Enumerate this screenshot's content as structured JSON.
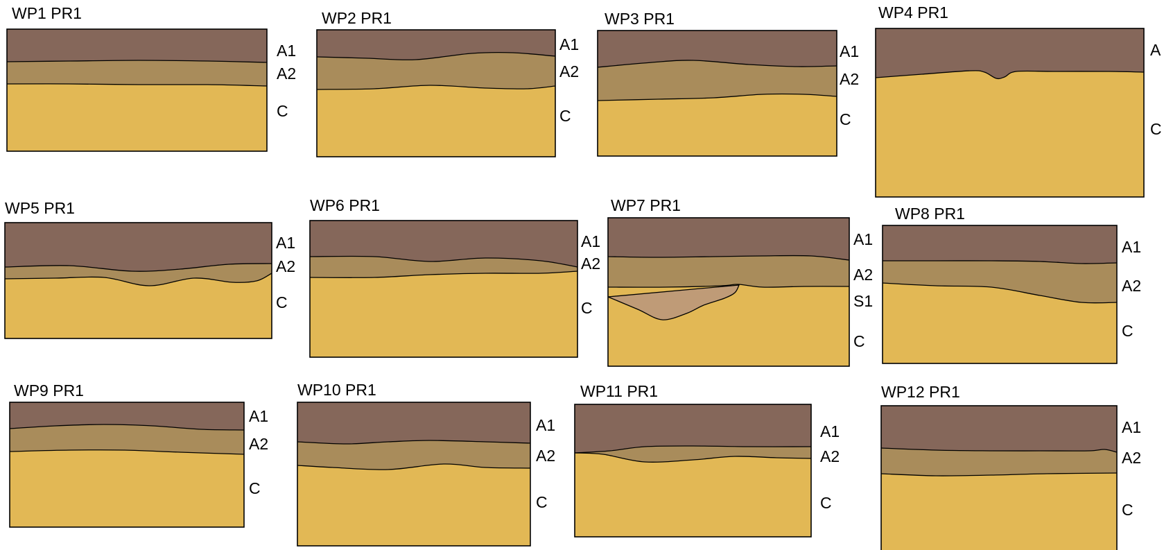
{
  "colors": {
    "A": "#85675a",
    "A1": "#85675a",
    "A2": "#a98c5b",
    "C": "#e2b855",
    "S1": "#bf9b77"
  },
  "profiles": [
    {
      "title": "WP1 PR1",
      "horizons": [
        "A1",
        "A2",
        "C"
      ]
    },
    {
      "title": "WP2 PR1",
      "horizons": [
        "A1",
        "A2",
        "C"
      ]
    },
    {
      "title": "WP3 PR1",
      "horizons": [
        "A1",
        "A2",
        "C"
      ]
    },
    {
      "title": "WP4 PR1",
      "horizons": [
        "A",
        "C"
      ]
    },
    {
      "title": "WP5 PR1",
      "horizons": [
        "A1",
        "A2",
        "C"
      ]
    },
    {
      "title": "WP6 PR1",
      "horizons": [
        "A1",
        "A2",
        "C"
      ]
    },
    {
      "title": "WP7 PR1",
      "horizons": [
        "A1",
        "A2",
        "S1",
        "C"
      ]
    },
    {
      "title": "WP8 PR1",
      "horizons": [
        "A1",
        "A2",
        "C"
      ]
    },
    {
      "title": "WP9 PR1",
      "horizons": [
        "A1",
        "A2",
        "C"
      ]
    },
    {
      "title": "WP10 PR1",
      "horizons": [
        "A1",
        "A2",
        "C"
      ]
    },
    {
      "title": "WP11 PR1",
      "horizons": [
        "A1",
        "A2",
        "C"
      ]
    },
    {
      "title": "WP12 PR1",
      "horizons": [
        "A1",
        "A2",
        "C"
      ]
    }
  ]
}
